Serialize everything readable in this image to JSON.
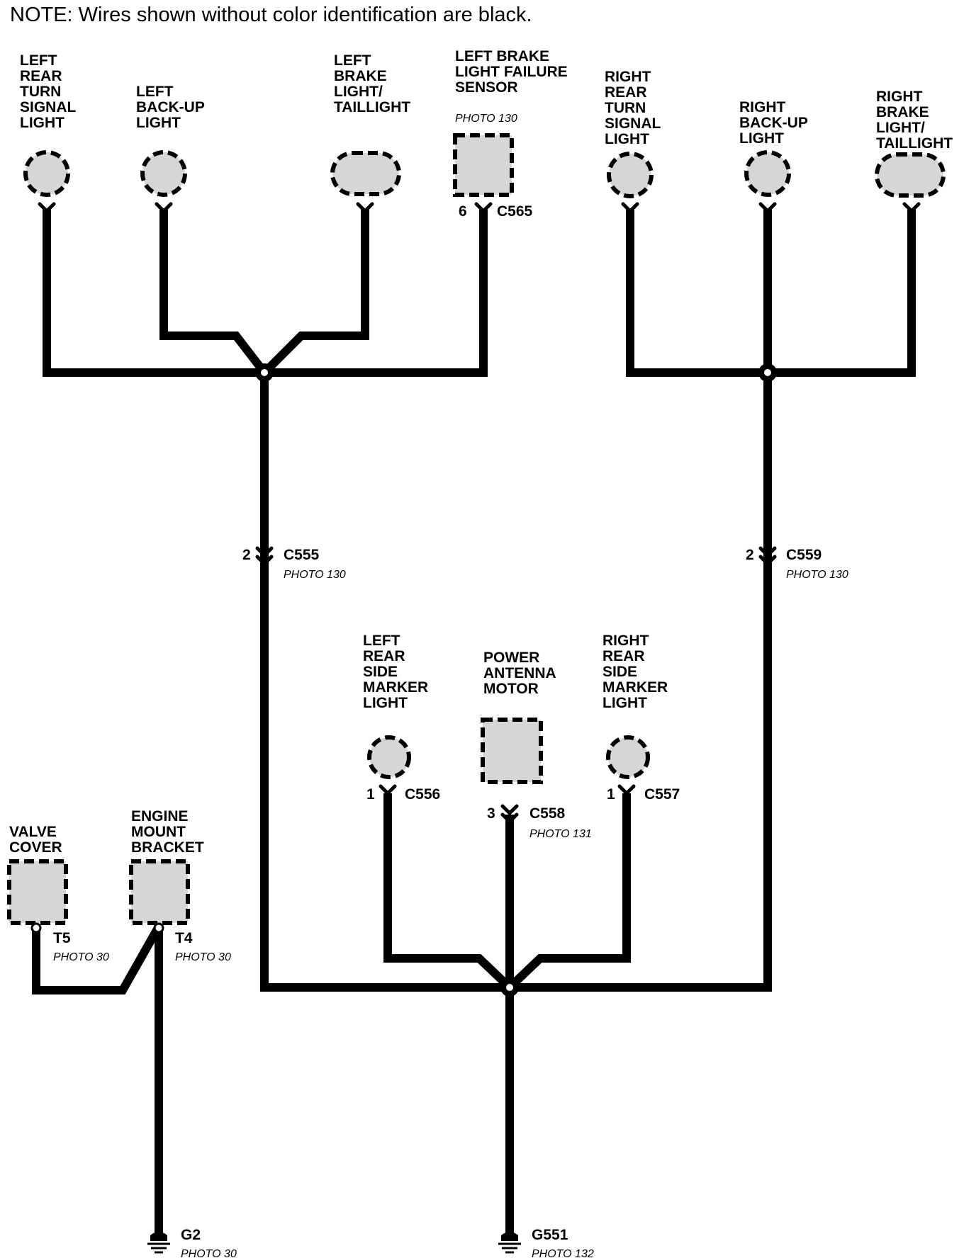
{
  "note": "NOTE: Wires shown without color identification are black.",
  "components": {
    "left_rear_turn_signal_light": [
      "LEFT",
      "REAR",
      "TURN",
      "SIGNAL",
      "LIGHT"
    ],
    "left_backup_light": [
      "LEFT",
      "BACK-UP",
      "LIGHT"
    ],
    "left_brake_light_taillight": [
      "LEFT",
      "BRAKE",
      "LIGHT/",
      "TAILLIGHT"
    ],
    "left_brake_light_failure_sensor": [
      "LEFT BRAKE",
      "LIGHT FAILURE",
      "SENSOR"
    ],
    "right_rear_turn_signal_light": [
      "RIGHT",
      "REAR",
      "TURN",
      "SIGNAL",
      "LIGHT"
    ],
    "right_backup_light": [
      "RIGHT",
      "BACK-UP",
      "LIGHT"
    ],
    "right_brake_light_taillight": [
      "RIGHT",
      "BRAKE",
      "LIGHT/",
      "TAILLIGHT"
    ],
    "left_rear_side_marker_light": [
      "LEFT",
      "REAR",
      "SIDE",
      "MARKER",
      "LIGHT"
    ],
    "power_antenna_motor": [
      "POWER",
      "ANTENNA",
      "MOTOR"
    ],
    "right_rear_side_marker_light": [
      "RIGHT",
      "REAR",
      "SIDE",
      "MARKER",
      "LIGHT"
    ],
    "valve_cover": [
      "VALVE",
      "COVER"
    ],
    "engine_mount_bracket": [
      "ENGINE",
      "MOUNT",
      "BRACKET"
    ]
  },
  "connectors": {
    "c565": {
      "id": "C565",
      "pin": "6",
      "photo": "PHOTO 130"
    },
    "c555": {
      "id": "C555",
      "pin": "2",
      "photo": "PHOTO 130"
    },
    "c559": {
      "id": "C559",
      "pin": "2",
      "photo": "PHOTO 130"
    },
    "c556": {
      "id": "C556",
      "pin": "1"
    },
    "c558": {
      "id": "C558",
      "pin": "3",
      "photo": "PHOTO 131"
    },
    "c557": {
      "id": "C557",
      "pin": "1"
    }
  },
  "terminals": {
    "t5": {
      "id": "T5",
      "photo": "PHOTO 30"
    },
    "t4": {
      "id": "T4",
      "photo": "PHOTO 30"
    }
  },
  "grounds": {
    "g2": {
      "id": "G2",
      "photo": "PHOTO 30"
    },
    "g551": {
      "id": "G551",
      "photo": "PHOTO 132"
    }
  },
  "colors": {
    "wire": "#000000",
    "component_fill": "#d6d6d6",
    "background": "#ffffff"
  }
}
